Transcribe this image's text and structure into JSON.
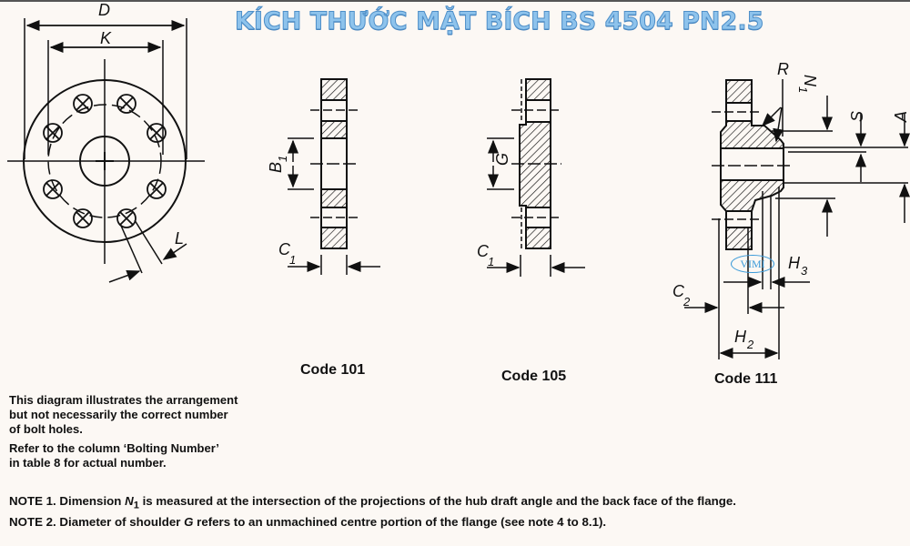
{
  "title": "KÍCH THƯỚC MẶT BÍCH BS 4504 PN2.5",
  "front_view": {
    "labels": {
      "outer_diameter": "D",
      "bolt_circle": "K",
      "bolt_hole": "L"
    },
    "bolt_hole_count_shown": 8
  },
  "sections": [
    {
      "code_label": "Code 101",
      "dims": {
        "bore": "B",
        "bore_sub": "1",
        "thickness": "C",
        "thickness_sub": "1"
      }
    },
    {
      "code_label": "Code 105",
      "dims": {
        "shoulder": "G",
        "thickness": "C",
        "thickness_sub": "1"
      }
    },
    {
      "code_label": "Code 111",
      "dims": {
        "radius": "R",
        "hub_dia": "N",
        "hub_dia_sub": "1",
        "wall": "S",
        "outside_dia": "A",
        "thickness": "C",
        "thickness_sub": "2",
        "hub_len": "H",
        "hub_len_sub": "2",
        "h3": "H",
        "h3_sub": "3"
      }
    }
  ],
  "watermark": "VIMI",
  "remarks": {
    "line1": "This diagram illustrates the arrangement",
    "line2": "but not necessarily the correct number",
    "line3": "of bolt holes.",
    "line4": "Refer to the column ‘Bolting Number’",
    "line5": "in table 8 for actual number."
  },
  "notes": {
    "note1_prefix": "NOTE 1. Dimension ",
    "note1_sym": "N",
    "note1_sub": "1",
    "note1_rest": " is measured at the intersection of the projections of the hub draft angle and the back face of the flange.",
    "note2_prefix": "NOTE 2. Diameter of shoulder ",
    "note2_sym": "G",
    "note2_rest": " refers to an unmachined centre portion of the flange (see note 4 to ",
    "note2_bold": "8.1",
    "note2_end": ")."
  }
}
